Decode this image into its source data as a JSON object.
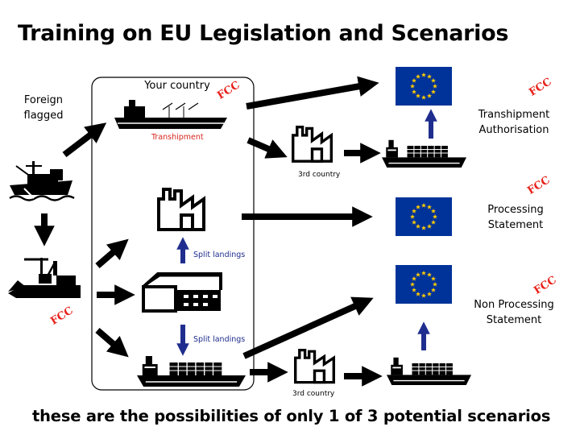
{
  "title": "Training on EU Legislation and Scenarios",
  "footer": "these are the possibilities of only 1 of 3 potential scenarios",
  "labels": {
    "foreign": "Foreign",
    "flagged": "flagged",
    "your_country": "Your country",
    "transhipment": "Transhipment",
    "split_landings_upper": "Split landings",
    "split_landings_lower": "Split landings",
    "third_country": "3rd country",
    "third_country_lower": "3rd country",
    "transhipment_authorisation_1": "Transhipment",
    "transhipment_authorisation_2": "Authorisation",
    "processing_statement_1": "Processing",
    "processing_statement_2": "Statement",
    "non_processing_statement_1": "Non Processing",
    "non_processing_statement_2": "Statement"
  },
  "fcc": {
    "box": "FCC",
    "right_top": "FCC",
    "right_mid": "FCC",
    "right_bottom": "FCC",
    "left": "FCC"
  },
  "colors": {
    "fcc": "#e8211b",
    "eu_blue": "#003399",
    "eu_star": "#ffcc00",
    "split_arrow": "#1f2e8e"
  },
  "icons": [
    "fishing-vessel-icon",
    "trawler-icon",
    "tanker-ship-icon",
    "factory-icon",
    "warehouse-icon",
    "cargo-ship-icon",
    "eu-flag-icon"
  ]
}
